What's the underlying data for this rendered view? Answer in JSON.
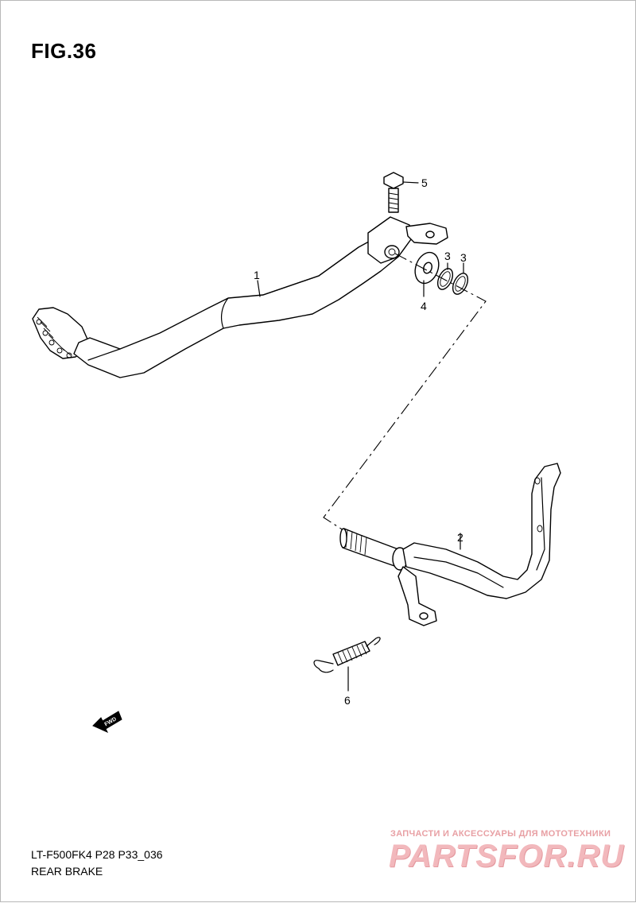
{
  "figure": {
    "title": "FIG.36"
  },
  "callouts": [
    {
      "id": "1",
      "label": "1"
    },
    {
      "id": "2",
      "label": "2"
    },
    {
      "id": "3a",
      "label": "3"
    },
    {
      "id": "3b",
      "label": "3"
    },
    {
      "id": "4",
      "label": "4"
    },
    {
      "id": "5",
      "label": "5"
    },
    {
      "id": "6",
      "label": "6"
    }
  ],
  "direction_marker": {
    "label": "FWD",
    "icon": "fwd-arrow-icon"
  },
  "footer": {
    "model_code": "LT-F500FK4 P28 P33_036",
    "section_name": "REAR BRAKE"
  },
  "watermark": {
    "tagline": "ЗАПЧАСТИ И АКСЕССУАРЫ ДЛЯ МОТОТЕХНИКИ",
    "logo_text": "PARTSFOR.RU",
    "color": "#f2b8bc"
  }
}
